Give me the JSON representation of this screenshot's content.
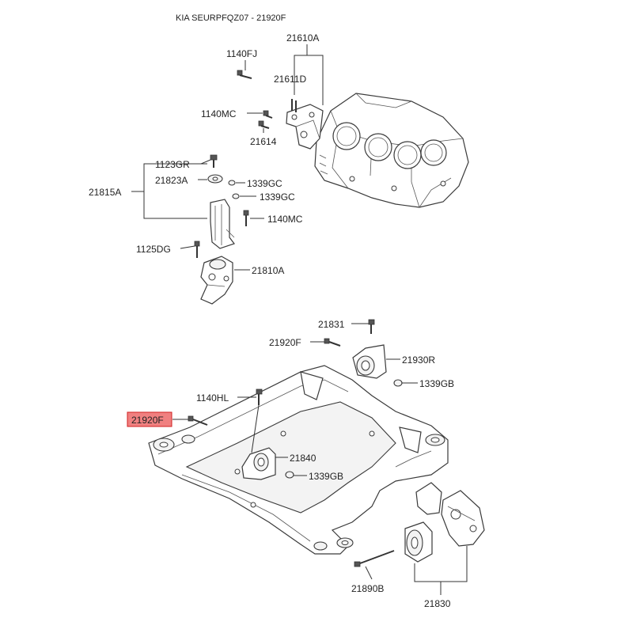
{
  "title": "KIA SEURPFQZ07 - 21920F",
  "highlight_color": "#f08080",
  "highlight_border": "#d02020",
  "labels": {
    "p21610A": "21610A",
    "p1140FJ": "1140FJ",
    "p21611D": "21611D",
    "p1140MC_top": "1140MC",
    "p21614": "21614",
    "p1123GR": "1123GR",
    "p21823A": "21823A",
    "p21815A": "21815A",
    "p1339GC_a": "1339GC",
    "p1339GC_b": "1339GC",
    "p1140MC_mid": "1140MC",
    "p1125DG": "1125DG",
    "p21810A": "21810A",
    "p21831": "21831",
    "p21920F_top": "21920F",
    "p21930R": "21930R",
    "p1339GB_right": "1339GB",
    "p1140HL": "1140HL",
    "p21920F_sel": "21920F",
    "p21840": "21840",
    "p1339GB_mid": "1339GB",
    "p21890B": "21890B",
    "p21830": "21830"
  }
}
